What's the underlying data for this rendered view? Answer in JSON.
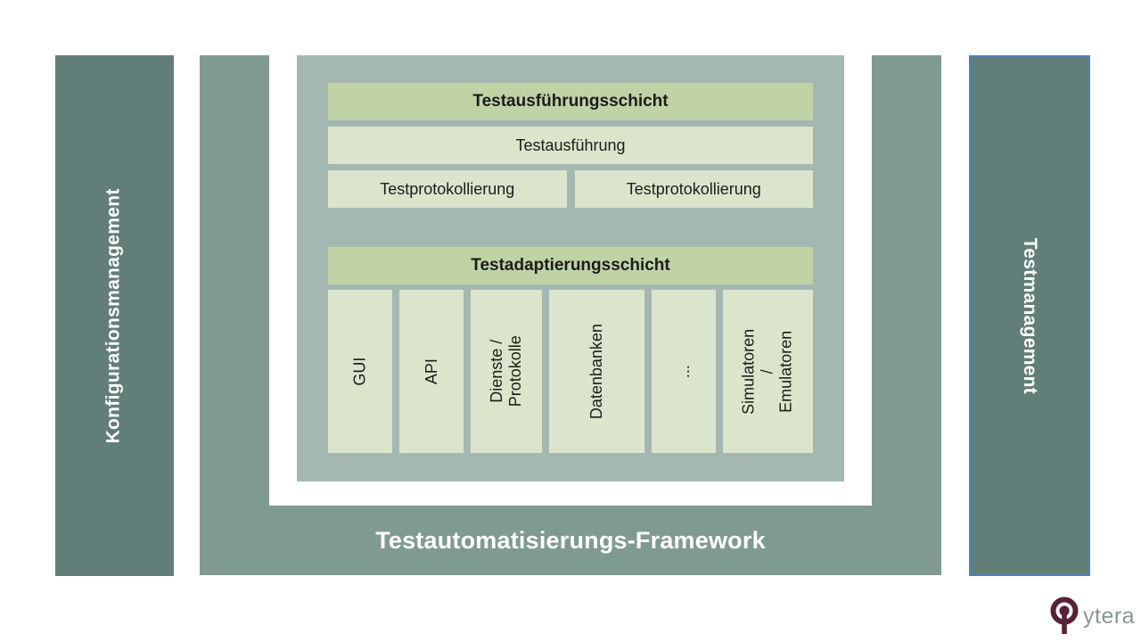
{
  "colors": {
    "dark_bar": "#627e78",
    "frame": "#7f9a93",
    "panel": "#a4b8b1",
    "header_green": "#c0d3a5",
    "box_green": "#dbe5cc",
    "text_dark": "#1c1c1c",
    "text_white": "#ffffff",
    "accent_border_blue": "#4f81bd",
    "logo_maroon": "#5a2036",
    "logo_text_gray": "#87988f"
  },
  "left_bar": {
    "label": "Konfigurationsmanagement"
  },
  "right_bar": {
    "label": "Testmanagement"
  },
  "framework": {
    "label": "Testautomatisierungs-Framework"
  },
  "execution_layer": {
    "header": "Testausführungsschicht",
    "row": "Testausführung",
    "split_row": [
      "Testprotokollierung",
      "Testprotokollierung"
    ]
  },
  "adaptation_layer": {
    "header": "Testadaptierungsschicht",
    "adapters": [
      "GUI",
      "API",
      "Dienste /\nProtokolle",
      "Datenbanken",
      "...",
      "Simulatoren /\nEmulatoren"
    ]
  },
  "logo": {
    "icon": "qytera-q-icon",
    "text": "ytera"
  }
}
